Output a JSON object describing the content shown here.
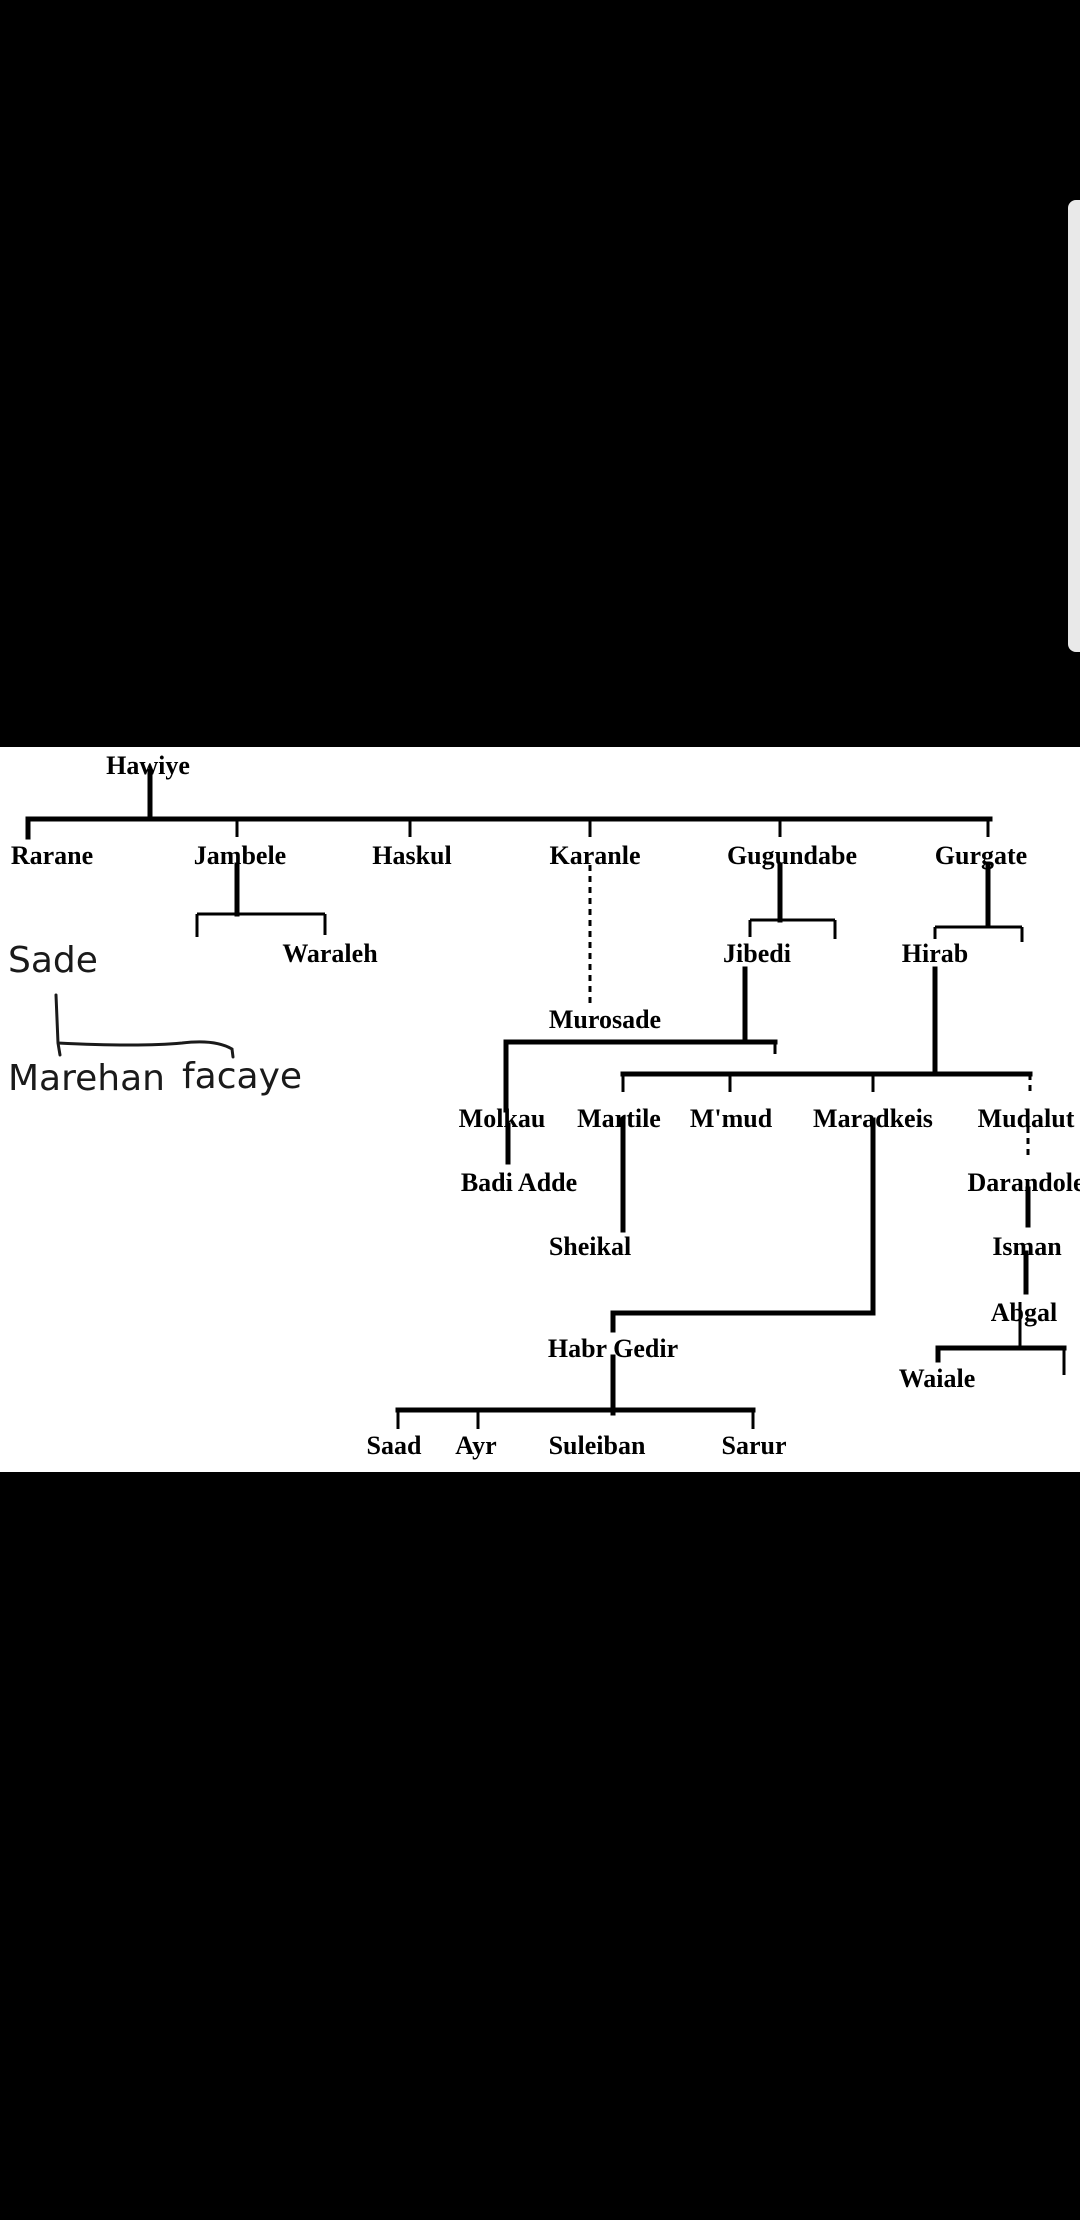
{
  "diagram": {
    "root": "Hawiye",
    "level1": [
      "Rarane",
      "Jambele",
      "Haskul",
      "Karanle",
      "Gugundabe",
      "Gurgate"
    ],
    "waraleh": "Waraleh",
    "jibedi": "Jibedi",
    "hirab": "Hirab",
    "murosade": "Murosade",
    "sub_hirab": [
      "Molkau",
      "Martile",
      "M'mud",
      "Maradkeis",
      "Mudalut"
    ],
    "badi_adde": "Badi Adde",
    "sheikal": "Sheikal",
    "darandole": "Darandole",
    "isman": "Isman",
    "abgal": "Abgal",
    "waiale": "Waiale",
    "habr_gedir": "Habr Gedir",
    "habr_gedir_children": [
      "Saad",
      "Ayr",
      "Suleiban",
      "Sarur"
    ]
  },
  "handwritten": {
    "sade": "Sade",
    "marehan": "Marehan",
    "facaye": "facaye"
  }
}
